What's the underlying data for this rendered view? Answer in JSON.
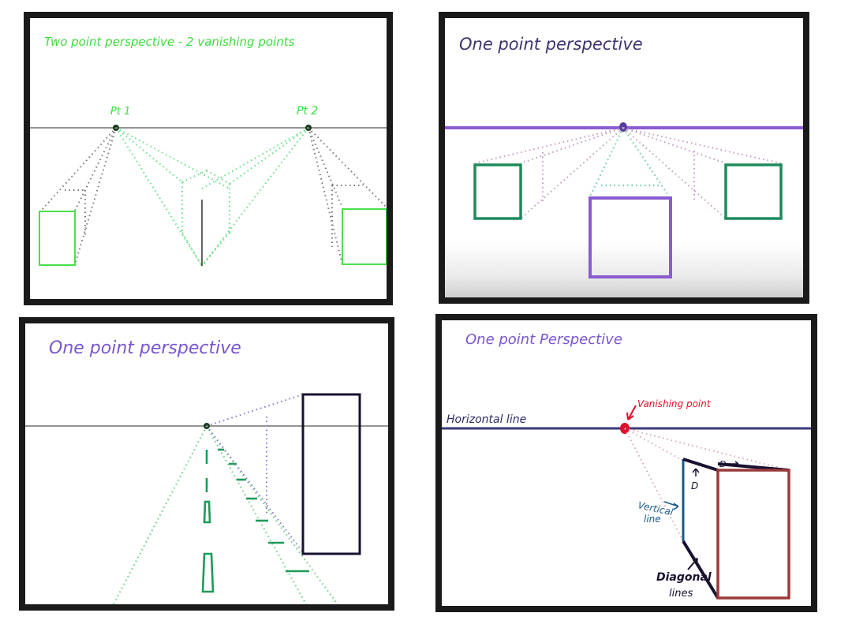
{
  "panels": [
    {
      "title": "Two point perspective - 2 vanishing points",
      "vp_left": "Pt 1",
      "vp_right": "Pt 2",
      "colors": {
        "title": "#3ddc3d",
        "dots": "#6fe08a",
        "box": "#4be04b",
        "grey_dots": "#777777"
      }
    },
    {
      "title": "One point perspective",
      "colors": {
        "title": "#3a3370",
        "horizon": "#8a5cd0",
        "left_box": "#1f8a5c",
        "right_box": "#1f8a5c",
        "center_box": "#8a5cd0",
        "dots": "#c09cc0"
      }
    },
    {
      "title": "One point perspective",
      "colors": {
        "title": "#7a55d0",
        "road": "#6fd08a",
        "dashes": "#1f9a5a",
        "building": "#1a1030",
        "dots": "#8878c8"
      }
    },
    {
      "title": "One point Perspective",
      "horizon_label": "Horizontal line",
      "vp_label": "Vanishing point",
      "vertical_label_1": "Vertical",
      "vertical_label_2": "line",
      "diagonal_label_1": "Diagonal",
      "diagonal_label_2": "lines",
      "d_label_1": "D",
      "d_label_2": "D",
      "colors": {
        "title": "#7a55d0",
        "horizon": "#3a3a7a",
        "vp": "#e0102a",
        "front_face": "#9a3a3a",
        "vertical": "#1a5a8a",
        "diagonal": "#1a1030"
      }
    }
  ]
}
